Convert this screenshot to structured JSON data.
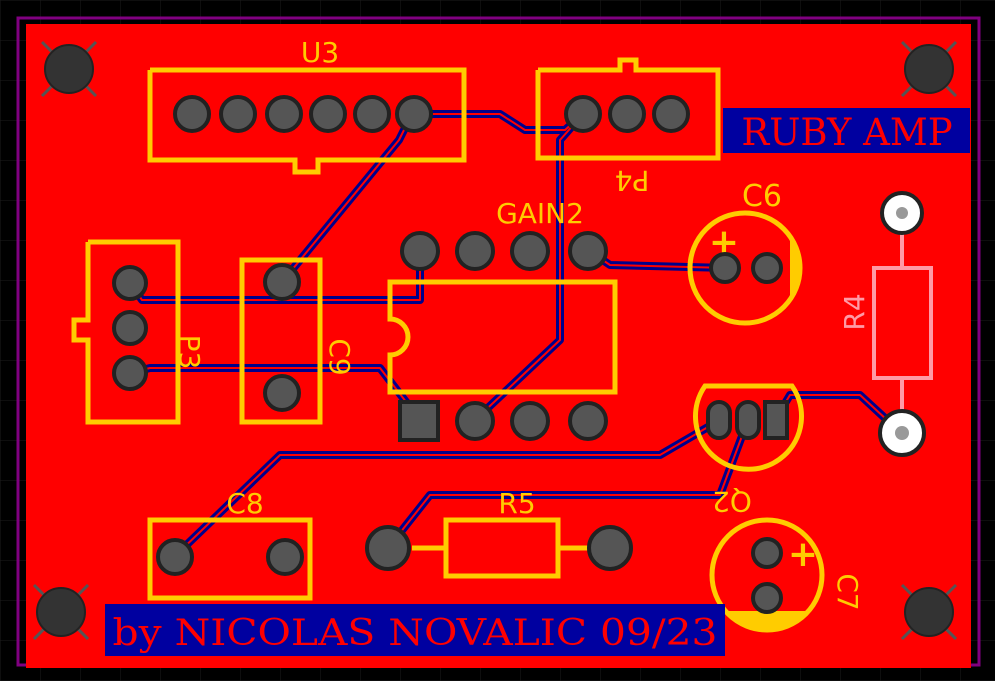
{
  "colors": {
    "background": "#000000",
    "grid": "#1a1a1a",
    "outline": "#800080",
    "copper": "#ff0000",
    "silk": "#ffcc00",
    "trace": "#00008b",
    "pad": "#555555",
    "hole": "#ffffff",
    "text_bg": "#0000a0",
    "label_text": "#ff0000",
    "r4_silk": "#ff9aa6"
  },
  "designators": {
    "u3": "U3",
    "p4": "P4",
    "gain2": "GAIN2",
    "c6": "C6",
    "r4": "R4",
    "p3": "P3",
    "c9": "C9",
    "q2": "Q2",
    "c8": "C8",
    "r5": "R5",
    "c7": "C7"
  },
  "polarity_mark": "+",
  "board_title": "RUBY AMP",
  "credit": "by NICOLAS NOVALIC 09/23"
}
